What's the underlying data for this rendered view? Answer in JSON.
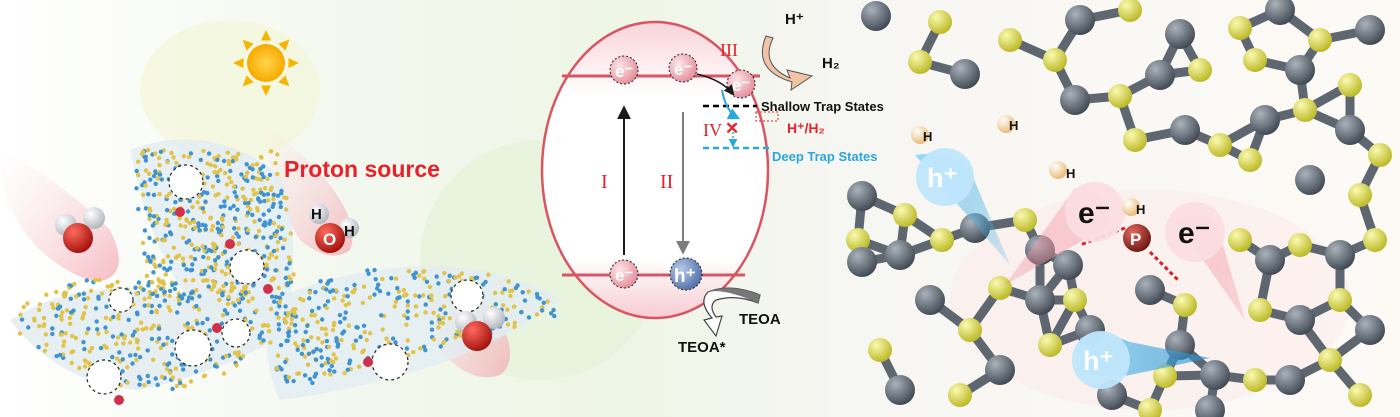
{
  "left_panel": {
    "proton_source": "Proton source",
    "water_h1": "H",
    "water_o": "O",
    "water_h2": "H"
  },
  "middle_panel": {
    "electron": "e⁻",
    "hole": "h⁺",
    "step_I": "I",
    "step_II": "II",
    "step_III": "III",
    "step_IV": "IV",
    "h_plus": "H⁺",
    "h2": "H₂",
    "shallow": "Shallow Trap States",
    "redox": "H⁺/H₂",
    "deep": "Deep Trap States",
    "teoa": "TEOA",
    "teoa_star": "TEOA*"
  },
  "right_panel": {
    "h_label": "H",
    "p_label": "P",
    "electron": "e⁻",
    "hole": "h⁺"
  },
  "colors": {
    "red_label": "#e8212b",
    "cyan": "#29a7e0",
    "shallow_line": "#000000",
    "carbon": "#56606a",
    "nitrogen": "#e7e33f",
    "phosphorus": "#8e1b16"
  }
}
